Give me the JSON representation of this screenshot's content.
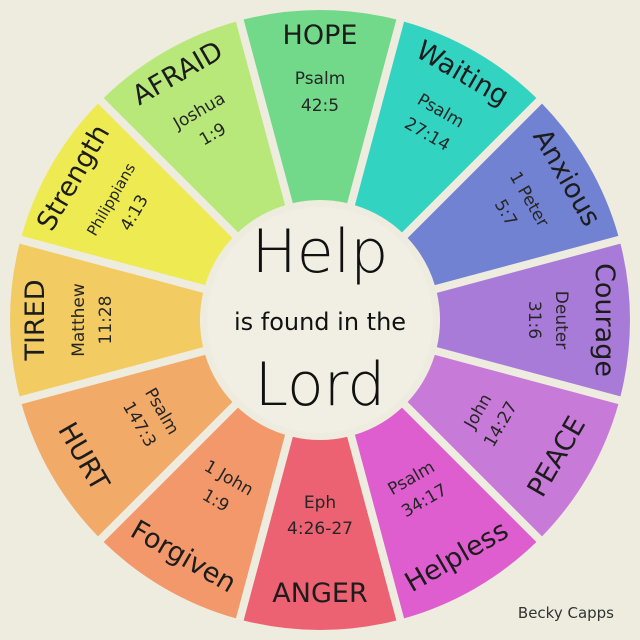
{
  "center": {
    "line1": "Help",
    "line2": "is found in the",
    "line3": "Lord"
  },
  "signature": "Becky Capps",
  "background_color": "#eeecdf",
  "segments": [
    {
      "word": "HOPE",
      "book": "Psalm",
      "ref": "42:5",
      "color": "#72d98a"
    },
    {
      "word": "Waiting",
      "book": "Psalm",
      "ref": "27:14",
      "color": "#33d3c2"
    },
    {
      "word": "Anxious",
      "book": "1 Peter",
      "ref": "5:7",
      "color": "#7282d2"
    },
    {
      "word": "Courage",
      "book": "Deuter",
      "ref": "31:6",
      "color": "#a97bd9"
    },
    {
      "word": "PEACE",
      "book": "John",
      "ref": "14:27",
      "color": "#c87ad9"
    },
    {
      "word": "Helpless",
      "book": "Psalm",
      "ref": "34:17",
      "color": "#de5ecf"
    },
    {
      "word": "ANGER",
      "book": "Eph",
      "ref": "4:26-27",
      "color": "#ec6272"
    },
    {
      "word": "Forgiven",
      "book": "1 John",
      "ref": "1:9",
      "color": "#f3986a"
    },
    {
      "word": "HURT",
      "book": "Psalm",
      "ref": "147:3",
      "color": "#f2aa68"
    },
    {
      "word": "TIRED",
      "book": "Matthew",
      "ref": "11:28",
      "color": "#f2cc62"
    },
    {
      "word": "Strength",
      "book": "Philippians",
      "ref": "4:13",
      "color": "#eeea52"
    },
    {
      "word": "AFRAID",
      "book": "Joshua",
      "ref": "1:9",
      "color": "#b9e87a"
    }
  ]
}
